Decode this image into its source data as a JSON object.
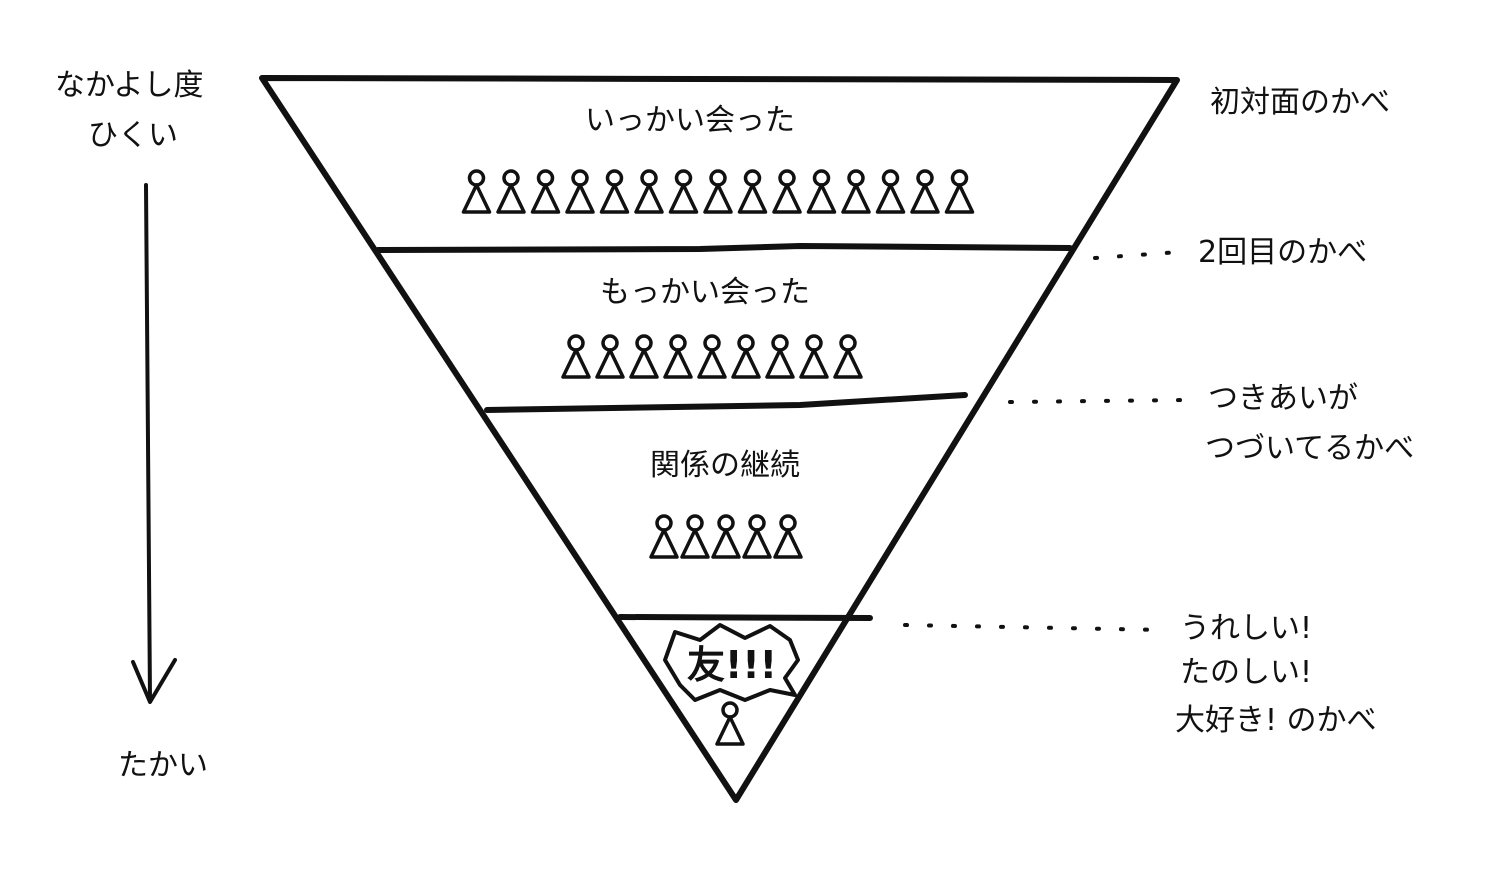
{
  "axis": {
    "top_line1": "なかよし度",
    "top_line2": "ひくい",
    "bottom": "たかい"
  },
  "layers": [
    {
      "label": "いっかい会った",
      "people": 15
    },
    {
      "label": "もっかい会った",
      "people": 9
    },
    {
      "label": "関係の継続",
      "people": 5
    },
    {
      "label": "友!!!",
      "people": 1
    }
  ],
  "walls": [
    {
      "lines": [
        "初対面のかべ"
      ]
    },
    {
      "lines": [
        "2回目のかべ"
      ]
    },
    {
      "lines": [
        "つきあいが",
        "つづいてるかべ"
      ]
    },
    {
      "lines": [
        "うれしい!",
        "たのしい!",
        "大好き! のかべ"
      ]
    }
  ],
  "colors": {
    "ink": "#111111",
    "background": "#ffffff"
  }
}
